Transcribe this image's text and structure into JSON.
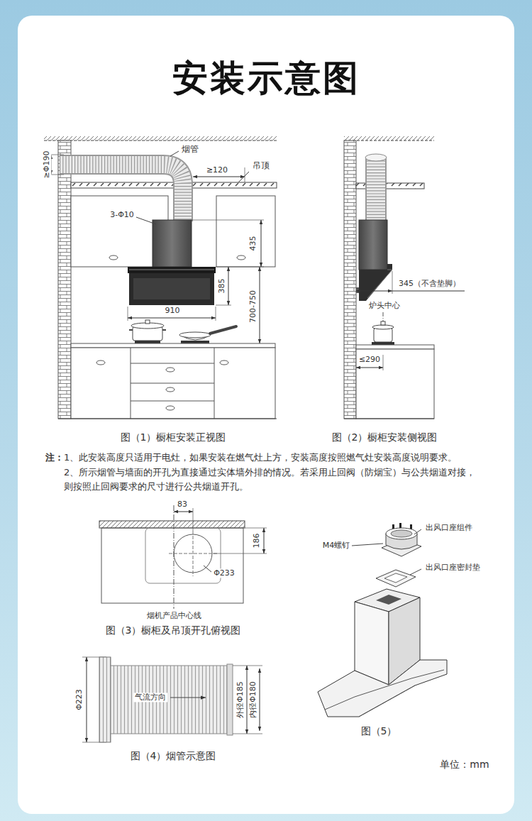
{
  "diagram": {
    "title": "安装示意图",
    "labels": [
      "≥Φ190",
      "烟管",
      "≥120",
      "吊顶",
      "3-Φ10",
      "435",
      "385",
      "700-750",
      "910",
      "345（不含垫脚）",
      "炉头中心",
      "≤290",
      "图（1）橱柜安装正视图",
      "图（2）橱柜安装侧视图",
      "注：",
      "1、此安装高度只适用于电灶，如果安装在燃气灶上方，安装高度按照燃气灶安装高度说明要求。",
      "2、所示烟管与墙面的开孔为直接通过实体墙外排的情况。若采用止回阀（防烟宝）与公共烟道对接， 则按照止回阀要求的尺寸进行公共烟道开孔。",
      "83",
      "186",
      "Φ233",
      "烟机产品中心线",
      "图（3）橱柜及吊顶开孔俯视图",
      "出风口座组件",
      "M4螺钉",
      "出风口座密封垫",
      "图（5）",
      "Φ223",
      "气流方向",
      "外径Φ185",
      "内径Φ180",
      "图（4）烟管示意图",
      "单位：mm"
    ]
  }
}
